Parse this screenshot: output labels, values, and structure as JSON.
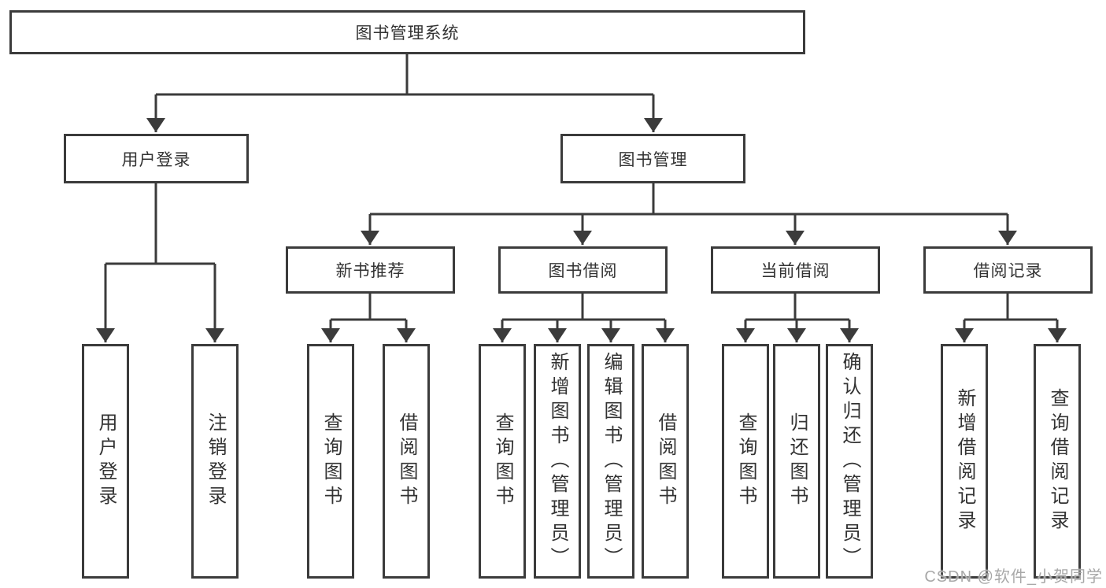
{
  "diagram": {
    "title": "图书管理系统",
    "root": {
      "label": "图书管理系统"
    },
    "level2": [
      {
        "label": "用户登录"
      },
      {
        "label": "图书管理"
      }
    ],
    "level3": [
      {
        "label": "新书推荐"
      },
      {
        "label": "图书借阅"
      },
      {
        "label": "当前借阅"
      },
      {
        "label": "借阅记录"
      }
    ],
    "leaves": [
      {
        "label": "用户登录",
        "parent": "用户登录"
      },
      {
        "label": "注销登录",
        "parent": "用户登录"
      },
      {
        "label": "查询图书",
        "parent": "新书推荐"
      },
      {
        "label": "借阅图书",
        "parent": "新书推荐"
      },
      {
        "label": "查询图书",
        "parent": "图书借阅"
      },
      {
        "label": "新增图书（管理员）",
        "parent": "图书借阅"
      },
      {
        "label": "编辑图书（管理员）",
        "parent": "图书借阅"
      },
      {
        "label": "借阅图书",
        "parent": "图书借阅"
      },
      {
        "label": "查询图书",
        "parent": "当前借阅"
      },
      {
        "label": "归还图书",
        "parent": "当前借阅"
      },
      {
        "label": "确认归还（管理员）",
        "parent": "当前借阅"
      },
      {
        "label": "新增借阅记录",
        "parent": "借阅记录"
      },
      {
        "label": "查询借阅记录",
        "parent": "借阅记录"
      }
    ]
  },
  "watermark": {
    "text": "CSDN @软件_小贺同学"
  },
  "colors": {
    "line": "#3b3b3b",
    "text": "#333333",
    "watermark": "#a8a8a8",
    "background": "#ffffff"
  }
}
